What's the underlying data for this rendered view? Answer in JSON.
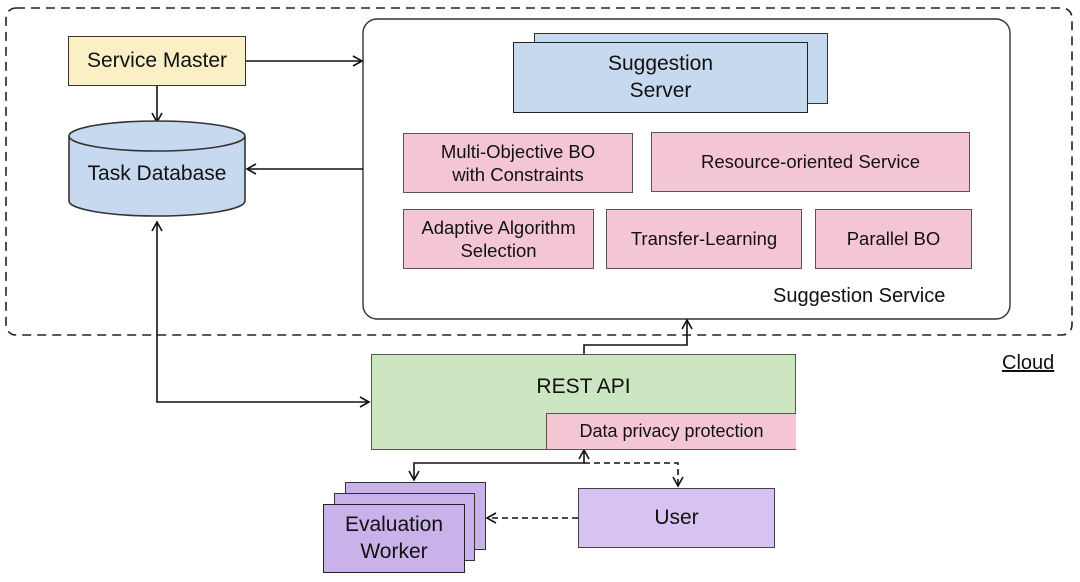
{
  "service_master": "Service Master",
  "task_database": "Task Database",
  "suggestion_server": [
    "Suggestion",
    "Server"
  ],
  "modules": {
    "multi_objective": [
      "Multi-Objective BO",
      "with Constraints"
    ],
    "resource_oriented": "Resource-oriented Service",
    "adaptive_selection": [
      "Adaptive Algorithm",
      "Selection"
    ],
    "transfer_learning": "Transfer-Learning",
    "parallel_bo": "Parallel BO"
  },
  "suggestion_service": "Suggestion Service",
  "cloud": "Cloud",
  "rest_api": "REST API",
  "data_privacy": "Data privacy protection",
  "evaluation_worker": [
    "Evaluation",
    "Worker"
  ],
  "user": "User",
  "colors": {
    "service_master_fill": "#fbefc6",
    "database_fill": "#c7d9ee",
    "server_fill": "#c7d9ee",
    "module_fill": "#f4c6d3",
    "rest_api_fill": "#cde6c2",
    "worker_fill": "#c9b1ea",
    "user_fill": "#d7c3f1"
  }
}
